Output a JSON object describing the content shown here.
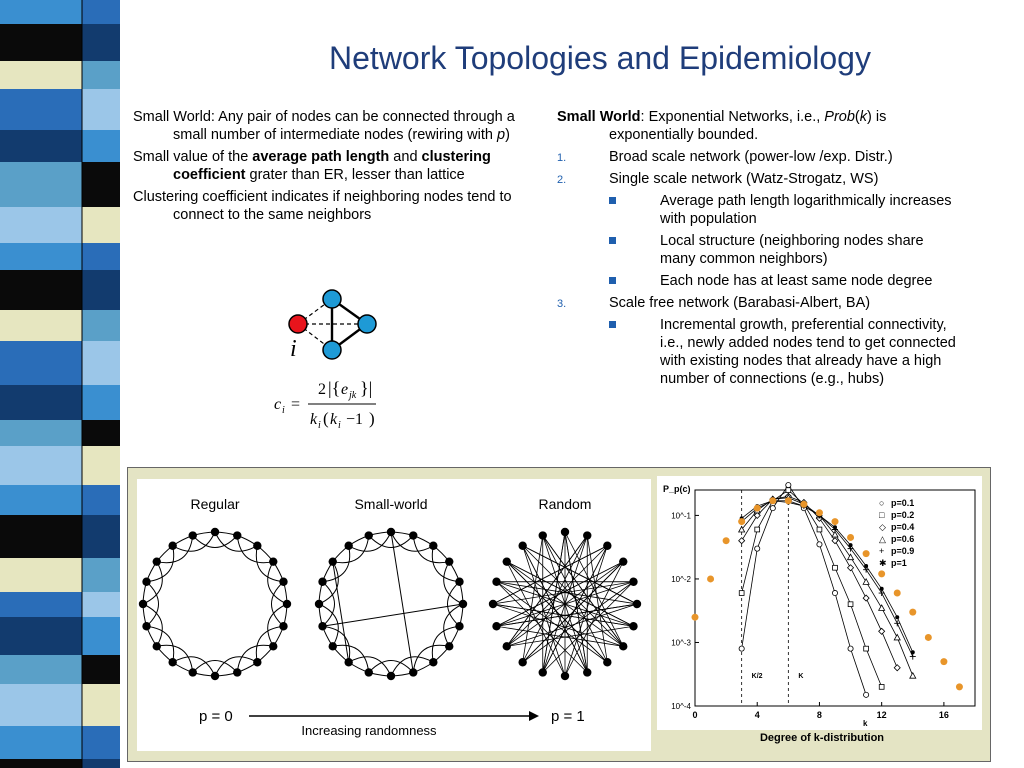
{
  "slide": {
    "title": "Network Topologies and Epidemiology",
    "left": {
      "p1_a": "Small World: Any pair of nodes can be connected through a small number of intermediate nodes (rewiring with ",
      "p1_var": "p",
      "p1_b": ")",
      "p2_a": "Small value of the ",
      "p2_bold1": "average path length",
      "p2_b": " and ",
      "p2_bold2": "clustering coefficient",
      "p2_c": " grater than ER, lesser than lattice",
      "p3": "Clustering coefficient indicates if neighboring nodes tend to connect to the same neighbors",
      "node_label": "i",
      "formula": {
        "lhs": "c",
        "lhs_sub": "i",
        "eq": "=",
        "num_coef": "2",
        "num_var": "e",
        "num_sub": "jk",
        "den_k": "k",
        "den_sub": "i",
        "den_minus": "−1"
      }
    },
    "right": {
      "head_bold": "Small World",
      "head_a": ": Exponential Networks, i.e., ",
      "head_prob": "Prob",
      "head_b": "(",
      "head_k": "k",
      "head_c": ") is exponentially bounded.",
      "items": [
        {
          "num": "1.",
          "text": "Broad scale network (power-low /exp. Distr.)"
        },
        {
          "num": "2.",
          "text": "Single scale network (Watz-Strogatz, WS)"
        },
        {
          "num": "3.",
          "text": "Scale free network (Barabasi-Albert, BA)"
        }
      ],
      "ws_bullets": [
        "Average path length logarithmically increases with population",
        "Local structure (neighboring nodes share many common neighbors)",
        "Each node has at least same node degree"
      ],
      "ba_bullets": [
        "Incremental growth, preferential connectivity, i.e., newly added nodes tend to get connected with existing nodes that already have a high number of connections (e.g., hubs)"
      ]
    },
    "figure": {
      "labels": [
        "Regular",
        "Small-world",
        "Random"
      ],
      "p0": "p = 0",
      "p1": "p = 1",
      "arrow_text": "Increasing randomness"
    },
    "caption": "Degree of k-distribution",
    "colors": {
      "title": "#1f3d7a",
      "bullet": "#1f5fae",
      "node_blue": "#1e9ad6",
      "node_red": "#e8141c",
      "orange": "#e8952a",
      "figure_bg": "#e4e4c4"
    }
  },
  "chart_data": {
    "type": "scatter",
    "title": "",
    "ylabel": "P_p(c)",
    "xlabel": "k",
    "xlim": [
      0,
      18
    ],
    "ylim_log10": [
      -4,
      -0.6
    ],
    "x_ticks": [
      "0",
      "4",
      "8",
      "12",
      "16"
    ],
    "y_ticks": [
      "10^-1",
      "10^-2",
      "10^-3",
      "10^-4"
    ],
    "annotations": [
      "K/2",
      "K"
    ],
    "legend": {
      "placement": "top-right",
      "entries": [
        "p=0.1",
        "p=0.2",
        "p=0.4",
        "p=0.6",
        "p=0.9",
        "p=1"
      ]
    },
    "series": [
      {
        "name": "p=0.1",
        "marker": "circle",
        "x": [
          3,
          4,
          5,
          6,
          7,
          8,
          9,
          10,
          11
        ],
        "y": [
          0.0008,
          0.03,
          0.13,
          0.3,
          0.13,
          0.035,
          0.006,
          0.0008,
          0.00015
        ]
      },
      {
        "name": "p=0.2",
        "marker": "square",
        "x": [
          3,
          4,
          5,
          6,
          7,
          8,
          9,
          10,
          11,
          12
        ],
        "y": [
          0.006,
          0.06,
          0.17,
          0.25,
          0.15,
          0.06,
          0.015,
          0.004,
          0.0008,
          0.0002
        ]
      },
      {
        "name": "p=0.4",
        "marker": "diamond",
        "x": [
          3,
          4,
          5,
          6,
          7,
          8,
          9,
          10,
          11,
          12,
          13
        ],
        "y": [
          0.04,
          0.1,
          0.18,
          0.2,
          0.16,
          0.09,
          0.04,
          0.015,
          0.005,
          0.0015,
          0.0004
        ]
      },
      {
        "name": "p=0.6",
        "marker": "triangle",
        "x": [
          3,
          4,
          5,
          6,
          7,
          8,
          9,
          10,
          11,
          12,
          13,
          14
        ],
        "y": [
          0.06,
          0.12,
          0.18,
          0.19,
          0.15,
          0.1,
          0.05,
          0.022,
          0.009,
          0.0035,
          0.0012,
          0.0003
        ]
      },
      {
        "name": "p=0.9",
        "marker": "plus",
        "x": [
          3,
          4,
          5,
          6,
          7,
          8,
          9,
          10,
          11,
          12,
          13,
          14
        ],
        "y": [
          0.08,
          0.13,
          0.17,
          0.17,
          0.14,
          0.1,
          0.06,
          0.03,
          0.014,
          0.006,
          0.002,
          0.0006
        ]
      },
      {
        "name": "p=1",
        "marker": "star",
        "x": [
          3,
          4,
          5,
          6,
          7,
          8,
          9,
          10,
          11,
          12,
          13,
          14
        ],
        "y": [
          0.09,
          0.14,
          0.17,
          0.16,
          0.14,
          0.1,
          0.065,
          0.034,
          0.016,
          0.007,
          0.0025,
          0.0007
        ]
      },
      {
        "name": "",
        "marker": "orange-dot",
        "x": [
          0,
          1,
          2,
          3,
          4,
          5,
          6,
          7,
          8,
          9,
          10,
          11,
          12,
          13,
          14,
          15,
          16,
          17
        ],
        "y": [
          0.0025,
          0.01,
          0.04,
          0.08,
          0.13,
          0.17,
          0.17,
          0.15,
          0.11,
          0.08,
          0.045,
          0.025,
          0.012,
          0.006,
          0.003,
          0.0012,
          0.0005,
          0.0002
        ]
      }
    ]
  }
}
